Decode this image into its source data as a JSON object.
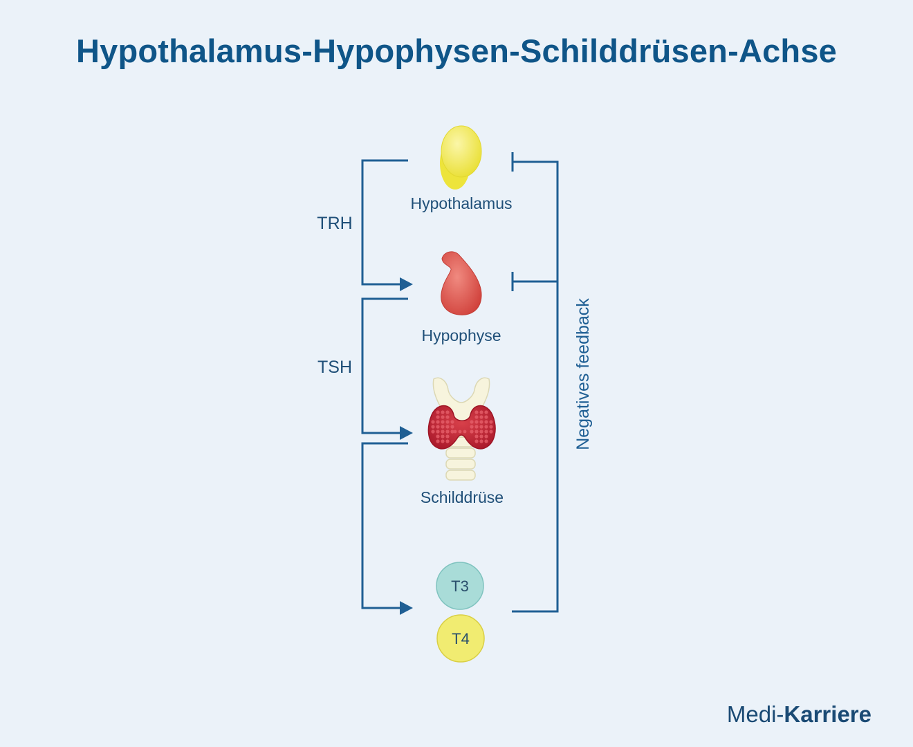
{
  "title": "Hypothalamus-Hypophysen-Schilddrüsen-Achse",
  "nodes": {
    "hypothalamus": "Hypothalamus",
    "hypophyse": "Hypophyse",
    "schilddruese": "Schilddrüse"
  },
  "hormones": {
    "trh": "TRH",
    "tsh": "TSH",
    "t3": "T3",
    "t4": "T4"
  },
  "feedback_label": "Negatives feedback",
  "logo": {
    "part1": "Medi-",
    "part2": "Karriere"
  },
  "colors": {
    "background": "#ebf2f9",
    "title": "#0f5588",
    "line": "#1f5f94",
    "hypothalamus": "#f4ec66",
    "hypophyse": "#e2584f",
    "thyroid": "#c42a35",
    "t3": "#a9dcd8",
    "t4": "#f1ec71"
  }
}
